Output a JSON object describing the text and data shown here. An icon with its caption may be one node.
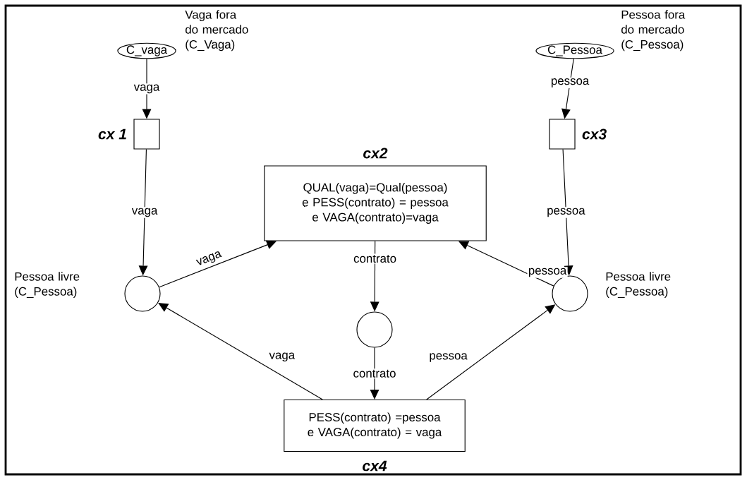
{
  "diagram": {
    "nodes": [
      {
        "text": [
          "C_vaga"
        ],
        "beside": [
          "Vaga fora do mercado (C_Vaga)"
        ]
      },
      {
        "text": [
          "C_Pessoa"
        ],
        "beside": [
          "Pessoa fora do mercado (C_Pessoa)"
        ]
      },
      {
        "text": [],
        "shape": "box",
        "beside": [
          "cx 1"
        ]
      },
      {
        "text": [
          "cx2",
          "QUAL(vaga)=Qual(pessoa) e PESS(contrato) = pessoa e VAGA(contrato)=vaga"
        ]
      },
      {
        "text": [],
        "shape": "box",
        "beside": [
          "cx3"
        ]
      },
      {
        "text": [],
        "shape": "circle",
        "beside": [
          "Pessoa livre (C_Pessoa)"
        ]
      },
      {
        "text": [],
        "shape": "circle"
      },
      {
        "text": [],
        "shape": "circle",
        "beside": [
          "Pessoa livre (C_Pessoa)"
        ]
      },
      {
        "text": [
          "PESS(contrato) =pessoa e VAGA(contrato) = vaga",
          "cx4"
        ]
      }
    ],
    "edges": [
      {
        "from": 0,
        "to": 2,
        "arrow": "to",
        "label": "vaga"
      },
      {
        "from": 2,
        "to": 5,
        "arrow": "to",
        "label": "vaga"
      },
      {
        "from": 1,
        "to": 4,
        "arrow": "to",
        "label": "pessoa"
      },
      {
        "from": 4,
        "to": 7,
        "arrow": "to",
        "label": "pessoa"
      },
      {
        "from": 5,
        "to": 3,
        "arrow": "to",
        "label": "vaga"
      },
      {
        "from": 7,
        "to": 3,
        "arrow": "to",
        "label": "pessoa"
      },
      {
        "from": 3,
        "to": 6,
        "arrow": "to",
        "label": "contrato"
      },
      {
        "from": 6,
        "to": 8,
        "arrow": "to",
        "label": "contrato"
      },
      {
        "from": 8,
        "to": 5,
        "arrow": "to",
        "label": "vaga"
      },
      {
        "from": 8,
        "to": 7,
        "arrow": "to",
        "label": "pessoa"
      }
    ]
  }
}
